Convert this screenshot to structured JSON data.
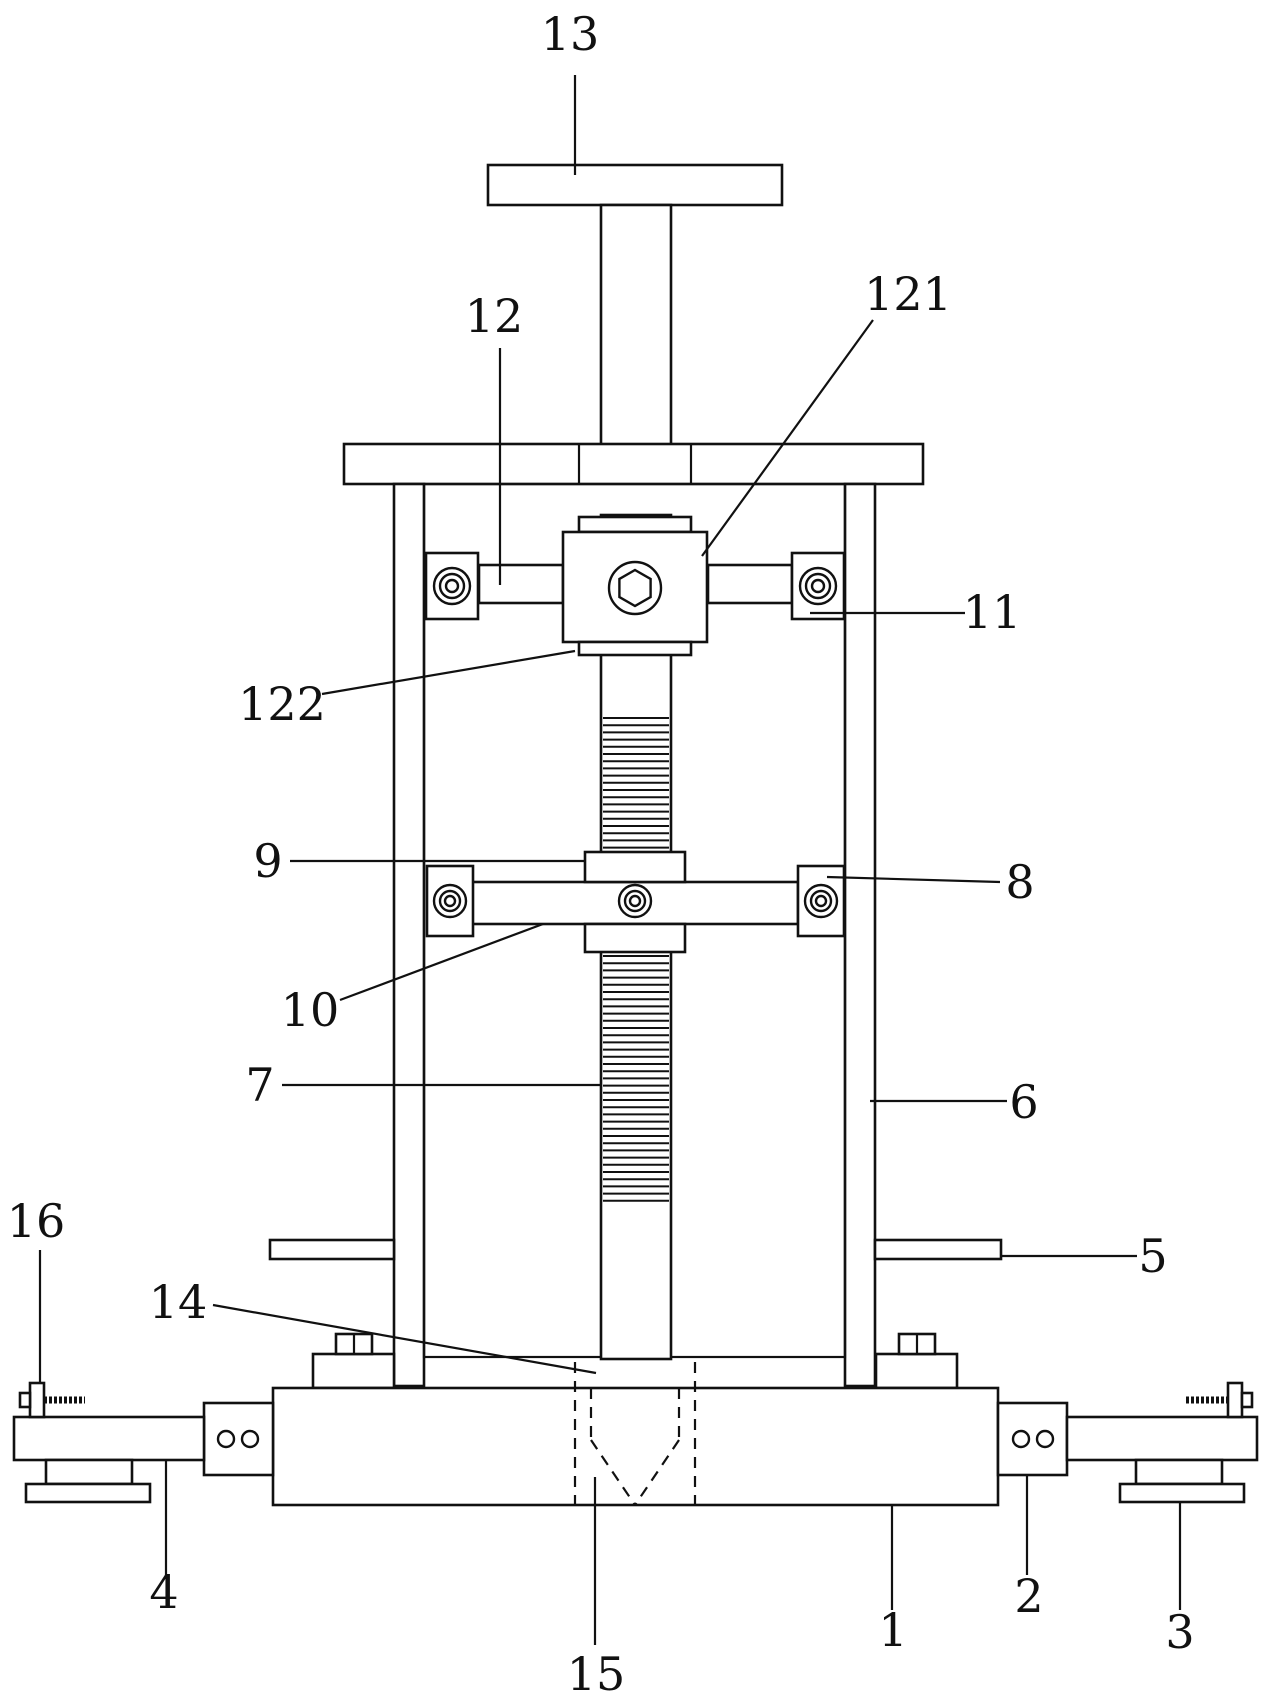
{
  "labels": {
    "l1": "1",
    "l2": "2",
    "l3": "3",
    "l4": "4",
    "l5": "5",
    "l6": "6",
    "l7": "7",
    "l8": "8",
    "l9": "9",
    "l10": "10",
    "l11": "11",
    "l12": "12",
    "l121": "121",
    "l122": "122",
    "l13": "13",
    "l14": "14",
    "l15": "15",
    "l16": "16"
  }
}
